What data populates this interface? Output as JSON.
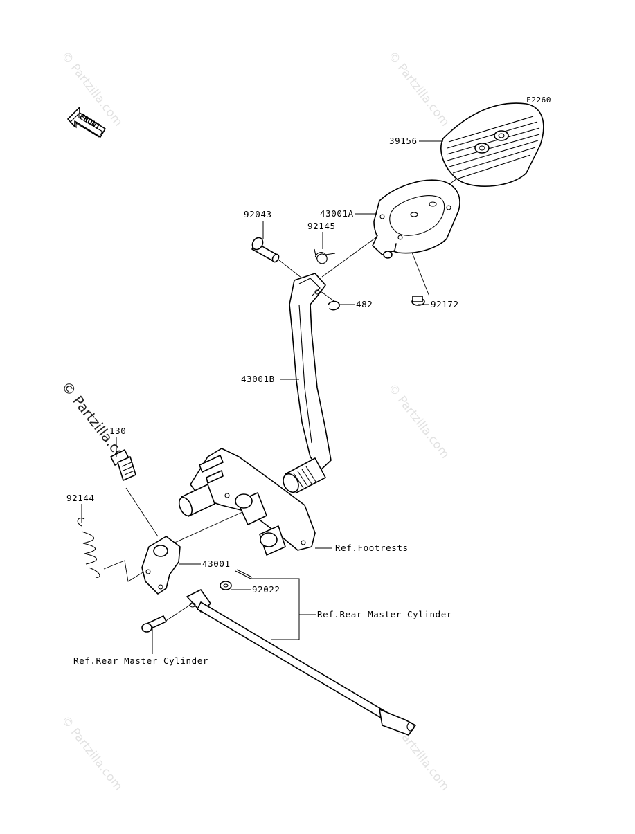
{
  "diagram": {
    "figure_code": "F2260",
    "front_arrow_label": "FRONT",
    "watermark": "© Partzilla.com",
    "watermark_large": "© Partzilla.com",
    "part_labels": {
      "p39156": "39156",
      "p43001A": "43001A",
      "p92043": "92043",
      "p92145": "92145",
      "p482": "482",
      "p92172": "92172",
      "p43001B": "43001B",
      "p130": "130",
      "p92144": "92144",
      "p43001": "43001",
      "p92022": "92022",
      "ref_footrests": "Ref.Footrests",
      "ref_rear_master_cylinder_right": "Ref.Rear Master Cylinder",
      "ref_rear_master_cylinder_left": "Ref.Rear Master Cylinder"
    }
  }
}
